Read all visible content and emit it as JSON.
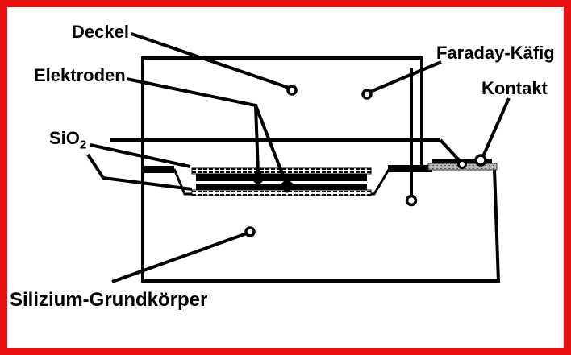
{
  "diagram": {
    "type": "technical-cross-section-schematic",
    "language": "de",
    "labels": {
      "deckel": "Deckel",
      "elektroden": "Elektroden",
      "sio2_main": "SiO",
      "sio2_sub": "2",
      "faraday_kaefig": "Faraday-Käfig",
      "kontakt": "Kontakt",
      "silizium_grundkoerper": "Silizium-Grundkörper"
    },
    "colors": {
      "frame_red": "#e90f0f",
      "line_black": "#000000",
      "background": "#ffffff",
      "contact_pad_gray": "#a8a8a8"
    },
    "parts": [
      "lid (Deckel) rectangle",
      "faraday cage line with terminal circle",
      "two electrode layers (black bars) between two SiO2 layers (hatched) inside etched cavity",
      "contact pad (Kontakt) on substrate surface",
      "silicon base body (Silizium-Grundkörper) substrate"
    ]
  }
}
